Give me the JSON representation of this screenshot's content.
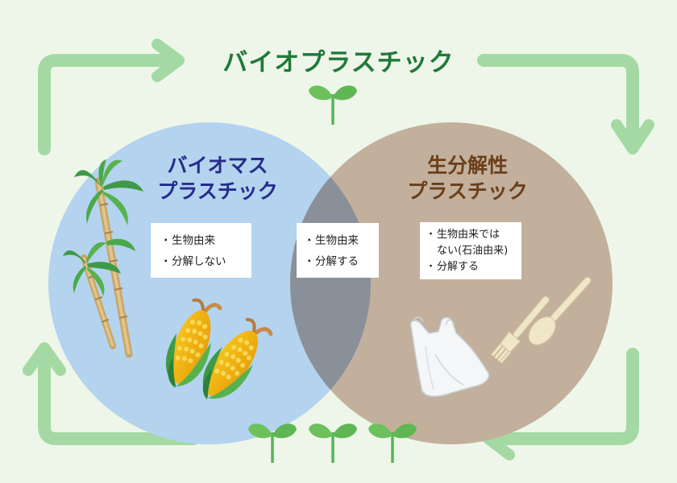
{
  "title": "バイオプラスチック",
  "left_circle": {
    "title_line1": "バイオマス",
    "title_line2": "プラスチック",
    "bullets": [
      "生物由来",
      "分解しない"
    ]
  },
  "right_circle": {
    "title_line1": "生分解性",
    "title_line2": "プラスチック",
    "bullets": [
      "生物由来では",
      "ない(石油由来)",
      "分解する"
    ]
  },
  "overlap": {
    "bullets": [
      "生物由来",
      "分解する"
    ]
  },
  "bullet_mark": "・",
  "colors": {
    "background": "#eef6e9",
    "left_circle": "#b3d3ef",
    "right_circle": "#c2b09c",
    "overlap": "#8a9099",
    "arrow": "#a4d9a3",
    "title": "#1f7a3a",
    "left_title": "#262c8a",
    "right_title": "#6b3f1a"
  },
  "icons": [
    "cycle-arrow-icon",
    "sprout-icon",
    "sugarcane-icon",
    "corn-icon",
    "plastic-bag-icon",
    "fork-icon",
    "spoon-icon"
  ]
}
